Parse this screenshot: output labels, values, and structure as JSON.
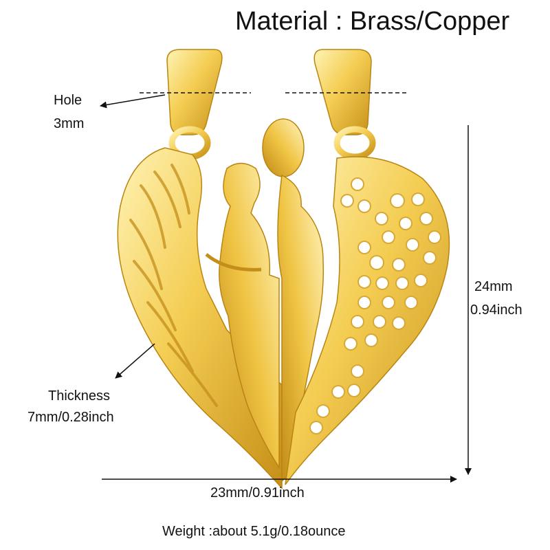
{
  "title": "Material : Brass/Copper",
  "hole": {
    "label": "Hole",
    "value": "3mm"
  },
  "thickness": {
    "label": "Thickness",
    "value": "7mm/0.28inch"
  },
  "height": {
    "mm": "24mm",
    "inch": "0.94inch"
  },
  "width": {
    "label": "23mm/0.91inch"
  },
  "weight": {
    "label": "Weight :about 5.1g/0.18ounce"
  },
  "colors": {
    "gold_light": "#FFF0A8",
    "gold_mid": "#F2C84B",
    "gold_dark": "#C8921A",
    "crystal": "#FFFFFF",
    "line": "#111111"
  }
}
